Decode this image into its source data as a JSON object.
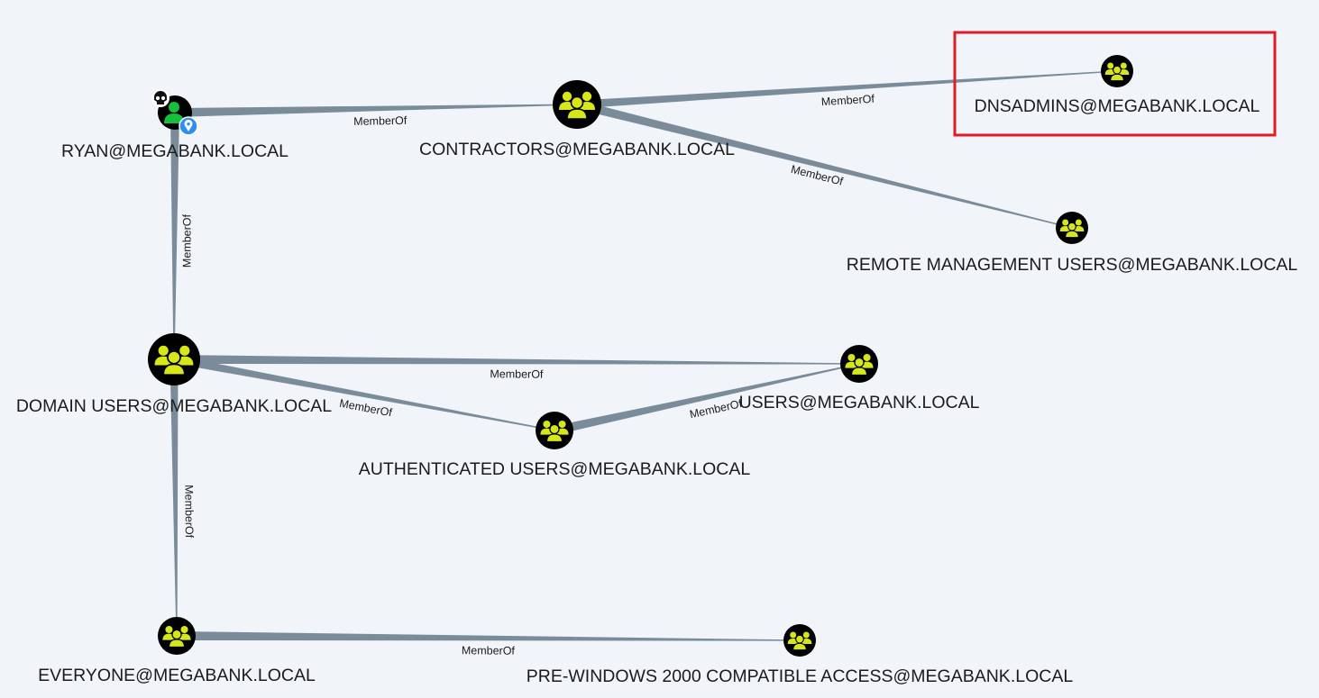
{
  "graph": {
    "nodes": [
      {
        "id": "ryan",
        "kind": "user",
        "label": "RYAN@MEGABANK.LOCAL",
        "owned": true,
        "start_node": true
      },
      {
        "id": "contractors",
        "kind": "group",
        "label": "CONTRACTORS@MEGABANK.LOCAL"
      },
      {
        "id": "dnsadmins",
        "kind": "group",
        "label": "DNSADMINS@MEGABANK.LOCAL",
        "highlighted": true
      },
      {
        "id": "remote",
        "kind": "group",
        "label": "REMOTE MANAGEMENT USERS@MEGABANK.LOCAL"
      },
      {
        "id": "domainusers",
        "kind": "group",
        "label": "DOMAIN USERS@MEGABANK.LOCAL"
      },
      {
        "id": "users",
        "kind": "group",
        "label": "USERS@MEGABANK.LOCAL"
      },
      {
        "id": "authusers",
        "kind": "group",
        "label": "AUTHENTICATED USERS@MEGABANK.LOCAL"
      },
      {
        "id": "everyone",
        "kind": "group",
        "label": "EVERYONE@MEGABANK.LOCAL"
      },
      {
        "id": "prewin",
        "kind": "group",
        "label": "PRE-WINDOWS 2000 COMPATIBLE ACCESS@MEGABANK.LOCAL"
      }
    ],
    "edges": [
      {
        "from": "ryan",
        "to": "contractors",
        "label": "MemberOf"
      },
      {
        "from": "contractors",
        "to": "dnsadmins",
        "label": "MemberOf"
      },
      {
        "from": "contractors",
        "to": "remote",
        "label": "MemberOf"
      },
      {
        "from": "ryan",
        "to": "domainusers",
        "label": "MemberOf"
      },
      {
        "from": "domainusers",
        "to": "users",
        "label": "MemberOf"
      },
      {
        "from": "domainusers",
        "to": "authusers",
        "label": "MemberOf"
      },
      {
        "from": "authusers",
        "to": "users",
        "label": "MemberOf"
      },
      {
        "from": "domainusers",
        "to": "everyone",
        "label": "MemberOf"
      },
      {
        "from": "everyone",
        "to": "prewin",
        "label": "MemberOf"
      }
    ]
  },
  "colors": {
    "background": "#f1f4f9",
    "edge": "#7a8c99",
    "group_fill": "#d7e619",
    "node_outline": "#000000",
    "user_fill": "#17c03a",
    "start_badge": "#2f8ef0",
    "highlight": "#e01b24"
  },
  "icons": {
    "group": "group-icon",
    "user": "user-icon",
    "owned": "skull-icon",
    "start": "map-pin-icon"
  }
}
